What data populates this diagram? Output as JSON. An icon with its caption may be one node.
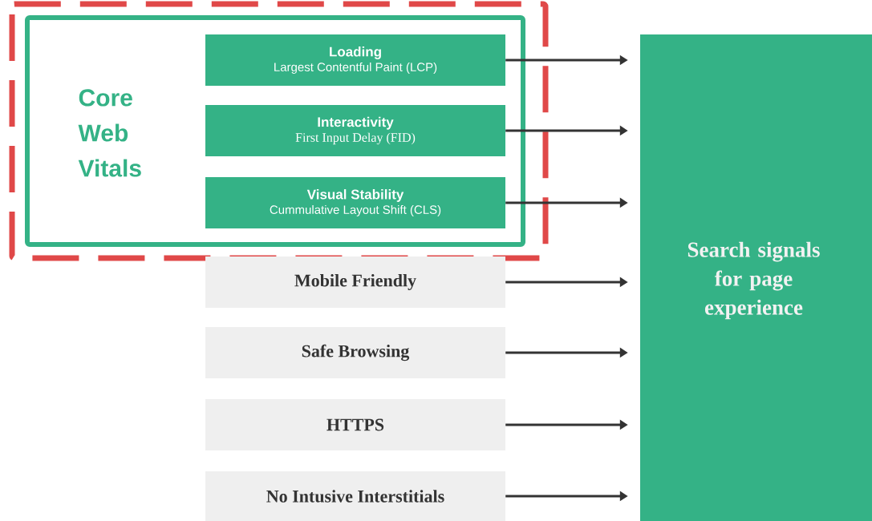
{
  "diagram": {
    "nodes": [
      {
        "text": [
          "Core Web Vitals"
        ]
      },
      {
        "text": [
          "Loading",
          "Largest Contentful Paint (LCP)"
        ],
        "in": 0
      },
      {
        "text": [
          "Interactivity",
          "First Input Delay (FID)"
        ],
        "in": 0
      },
      {
        "text": [
          "Visual Stability",
          "Cummulative Layout Shift (CLS)"
        ],
        "in": 0
      },
      {
        "text": [
          "Mobile Friendly"
        ]
      },
      {
        "text": [
          "Safe Browsing"
        ]
      },
      {
        "text": [
          "HTTPS"
        ]
      },
      {
        "text": [
          "No Intusive Interstitials"
        ]
      },
      {
        "text": [
          "Search signals for page experience"
        ]
      }
    ],
    "edges": [
      {
        "from": 1,
        "to": 8,
        "arrow": "to"
      },
      {
        "from": 2,
        "to": 8,
        "arrow": "to"
      },
      {
        "from": 3,
        "to": 8,
        "arrow": "to"
      },
      {
        "from": 4,
        "to": 8,
        "arrow": "to"
      },
      {
        "from": 5,
        "to": 8,
        "arrow": "to"
      },
      {
        "from": 6,
        "to": 8,
        "arrow": "to"
      },
      {
        "from": 7,
        "to": 8,
        "arrow": "to"
      }
    ]
  }
}
